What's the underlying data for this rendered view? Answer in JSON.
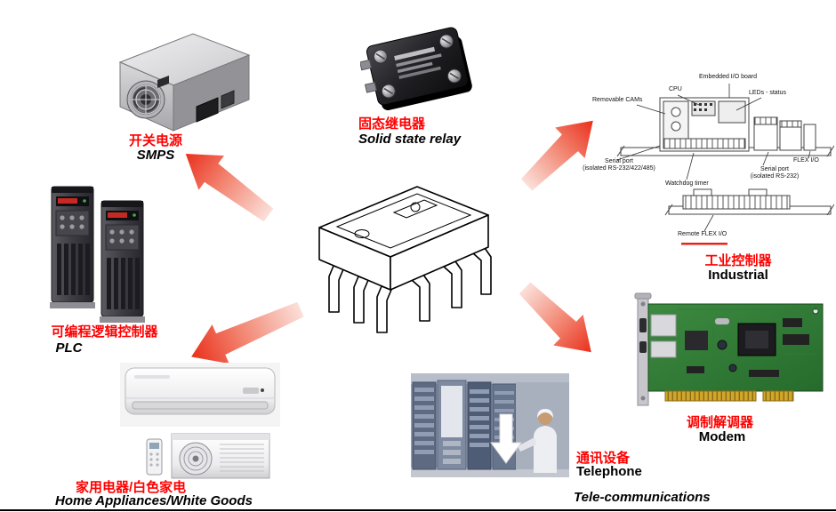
{
  "colors": {
    "label_red": "#ff0000",
    "arrow_head": "#e9301c",
    "arrow_tail": "#fbe0da"
  },
  "nodes": {
    "smps": {
      "cn": "开关电源",
      "en": "SMPS"
    },
    "solid_state_relay": {
      "cn": "固态继电器",
      "en": "Solid state relay"
    },
    "industrial": {
      "cn": "工业控制器",
      "en": "Industrial"
    },
    "plc": {
      "cn": "可编程逻辑控制器",
      "en": "PLC"
    },
    "white_goods": {
      "cn": "家用电器/白色家电",
      "en": "Home Appliances/White Goods"
    },
    "telecom": {
      "cn": "通讯设备",
      "en_line1": "Telephone",
      "en_line2": "Tele-communications"
    },
    "modem": {
      "cn": "调制解调器",
      "en": "Modem"
    }
  },
  "industrial_callouts": {
    "embedded_io_board": "Embedded I/O board",
    "cpu": "CPU",
    "removable_cams": "Removable CAMs",
    "leds_status": "LEDs - status",
    "serial_port_1_line1": "Serial port",
    "serial_port_1_line2": "(isolated RS-232/422/485)",
    "watchdog_timer": "Watchdog timer",
    "serial_port_2_line1": "Serial port",
    "serial_port_2_line2": "(isolated RS-232)",
    "flex_io": "FLEX I/O",
    "remote_flex_io": "Remote FLEX I/O"
  }
}
